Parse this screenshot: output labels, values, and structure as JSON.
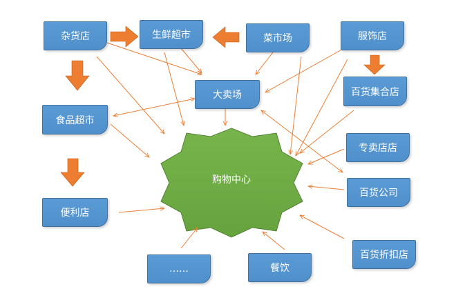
{
  "nodes": {
    "grocery_store": "杂货店",
    "fresh_supermarket": "生鲜超市",
    "vegetable_market": "菜市场",
    "clothing_store": "服饰店",
    "hypermarket": "大卖场",
    "dept_collection_store": "百货集合店",
    "food_supermarket": "食品超市",
    "specialty_store": "专卖店店",
    "department_store": "百货公司",
    "convenience_store": "便利店",
    "ellipsis": "……",
    "dining": "餐饮",
    "discount_dept_store": "百货折扣店"
  },
  "center": "购物中心",
  "colors": {
    "node_fill": "#5b9bd5",
    "node_border": "#41719c",
    "star_fill": "#70ad47",
    "star_border": "#548235",
    "arrow": "#ed7d31"
  }
}
